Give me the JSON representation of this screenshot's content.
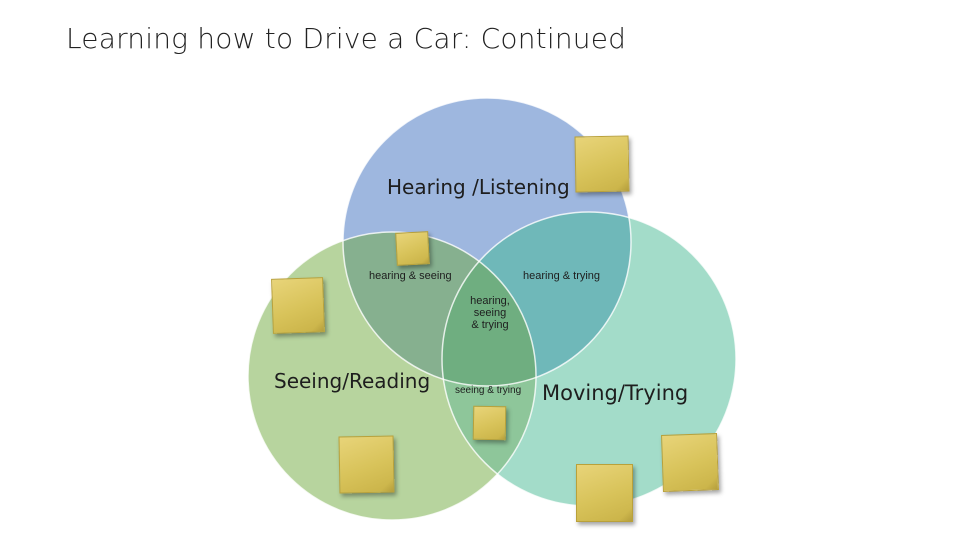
{
  "slide": {
    "title": "Learning how to Drive a Car: Continued"
  },
  "venn": {
    "sets": {
      "hearing": "Hearing /Listening",
      "seeing": "Seeing/Reading",
      "moving": "Moving/Trying"
    },
    "overlaps": {
      "hearing_seeing": "hearing & seeing",
      "hearing_trying": "hearing & trying",
      "seeing_trying": "seeing & trying",
      "all_three": "hearing,\nseeing\n& trying"
    },
    "colors": {
      "hearing": "#9eb7df",
      "seeing": "#b7d49e",
      "moving": "#a3dcc9",
      "hearing_seeing": "#86b08f",
      "hearing_trying": "#6fb8b9",
      "seeing_trying": "#8ec69a",
      "all_three": "#6fae80",
      "sticky_note": "#dcc765"
    }
  }
}
